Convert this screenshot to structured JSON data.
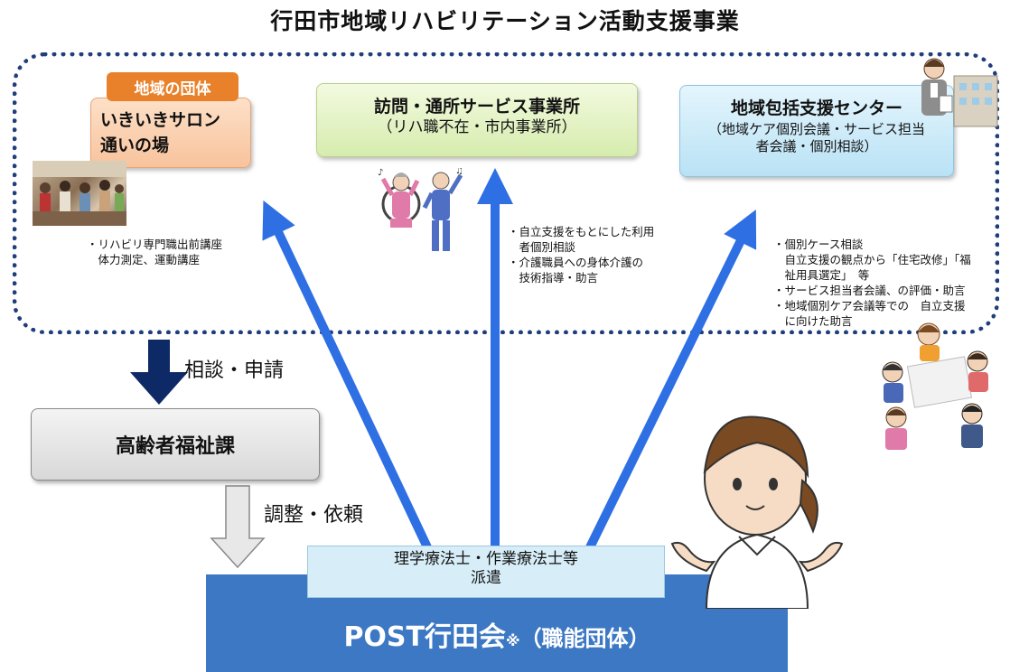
{
  "title": "行田市地域リハビリテーション活動支援事業",
  "community": {
    "tag": "地域の団体",
    "line1": "いきいきサロン",
    "line2": "通いの場",
    "note": "・リハビリ専門職出前講座\n　体力測定、運動講座"
  },
  "service": {
    "title": "訪問・通所サービス事業所",
    "sub": "（リハ職不在・市内事業所）",
    "note": "・自立支援をもとにした利用\n　者個別相談\n・介護職員への身体介護の\n　技術指導・助言"
  },
  "center": {
    "title": "地域包括支援センター",
    "sub1": "（地域ケア個別会議・サービス担当",
    "sub2": "者会議・個別相談）",
    "note": "・個別ケース相談\n　自立支援の観点から「住宅改修」「福\n　祉用具選定」　等\n・サービス担当者会議、の評価・助言\n・地域個別ケア会議等での　自立支援\n　に向けた助言"
  },
  "consult_label": "相談・申請",
  "welfare_dept": "高齢者福祉課",
  "adjust_label": "調整・依頼",
  "dispatch": {
    "line1": "理学療法士・作業療法士等",
    "line2": "派遣"
  },
  "post": {
    "name": "POST行田会",
    "mark": "※",
    "org": "（職能団体）"
  },
  "colors": {
    "frame": "#1f3e7a",
    "arrow_blue": "#2f6fe4",
    "arrow_navy": "#0e2a66",
    "post_blue": "#3c78c4",
    "tag_orange": "#e9812a"
  }
}
